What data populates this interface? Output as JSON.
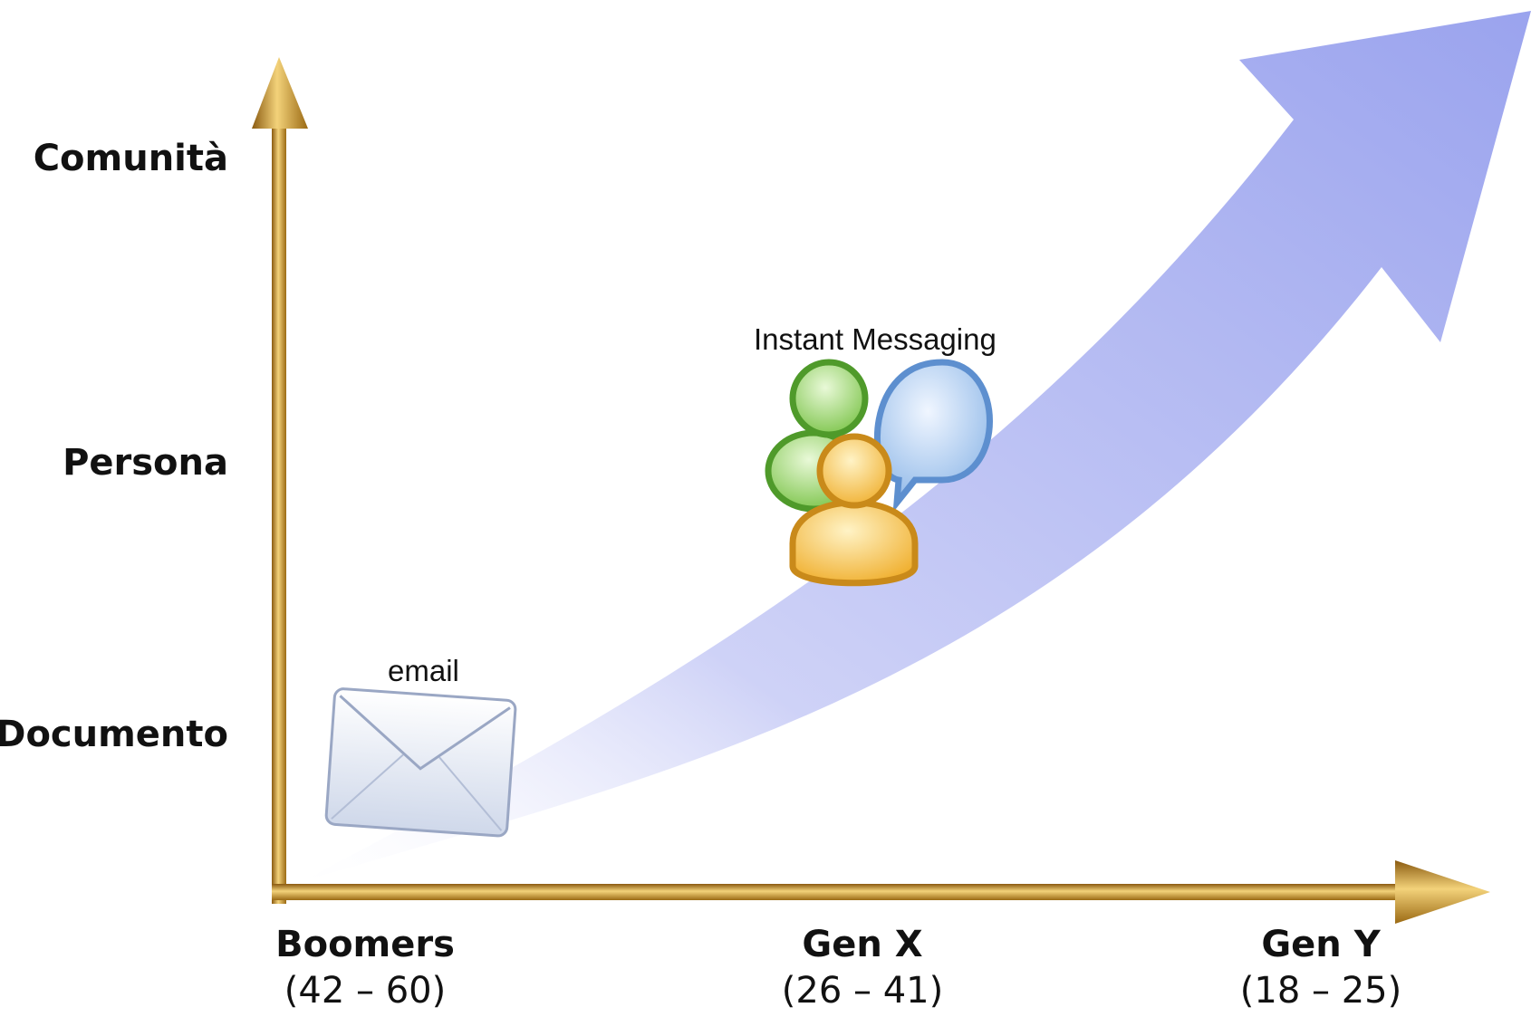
{
  "y_axis": {
    "levels": [
      "Documento",
      "Persona",
      "Comunità"
    ]
  },
  "x_axis": {
    "groups": [
      {
        "name": "Boomers",
        "range": "(42 – 60)"
      },
      {
        "name": "Gen X",
        "range": "(26 – 41)"
      },
      {
        "name": "Gen Y",
        "range": "(18 – 25)"
      }
    ]
  },
  "items": {
    "email": {
      "label": "email",
      "icon": "envelope-icon"
    },
    "im": {
      "label": "Instant Messaging",
      "icon": "instant-messaging-icon"
    }
  },
  "colors": {
    "axis_gold": "#c8961e",
    "trend_arrow": "#9aa4ee",
    "im_green": "#7cc44a",
    "im_orange": "#f2b43a",
    "im_blue": "#7fb0e6"
  }
}
